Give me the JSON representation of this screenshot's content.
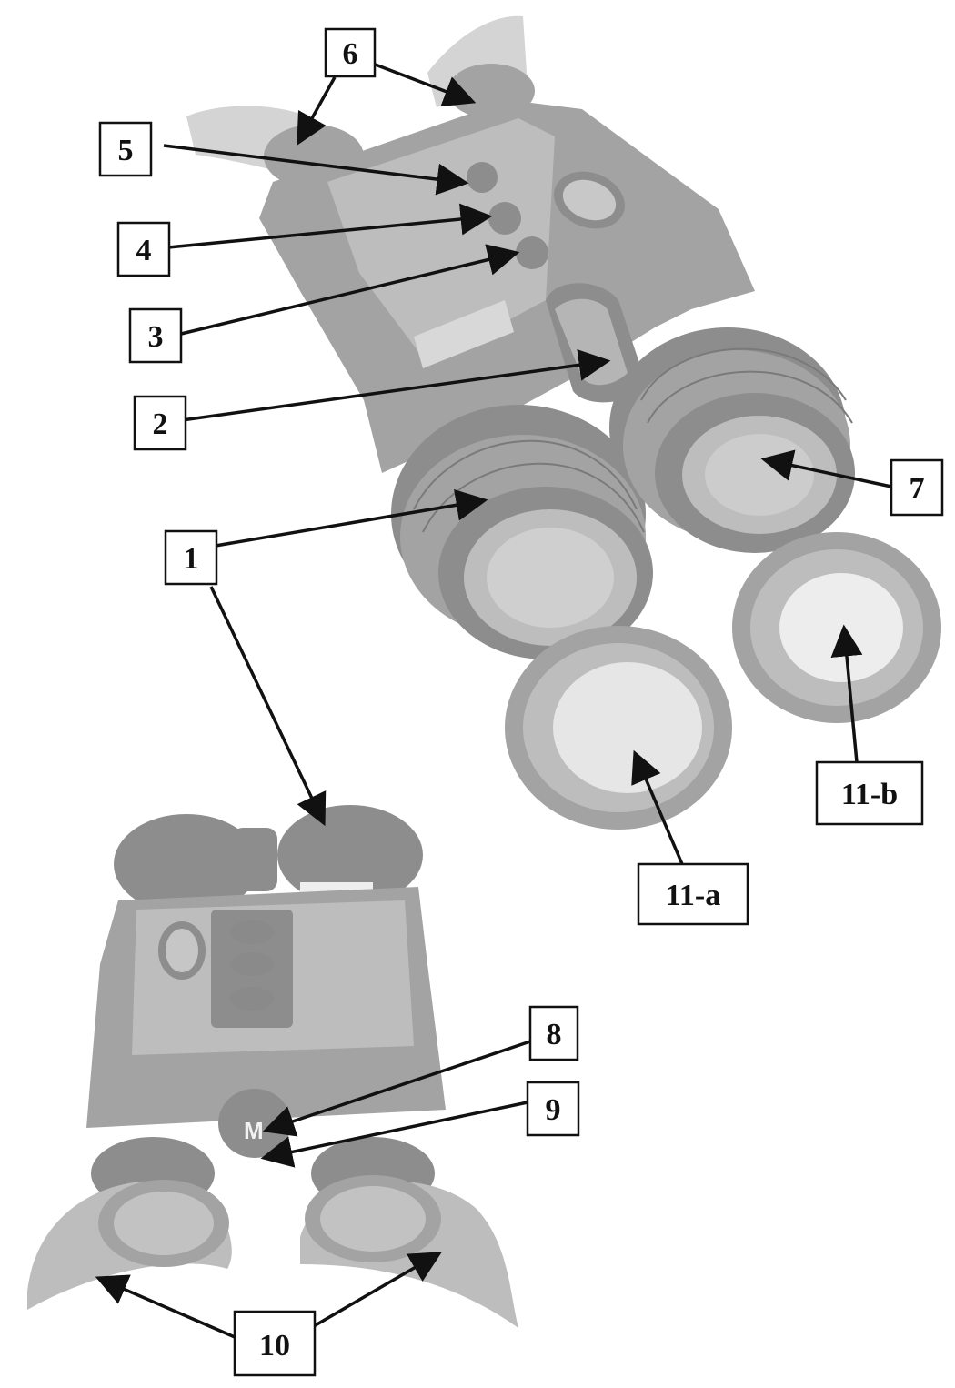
{
  "diagram": {
    "callouts": {
      "c1": "1",
      "c2": "2",
      "c3": "3",
      "c4": "4",
      "c5": "5",
      "c6": "6",
      "c7": "7",
      "c8": "8",
      "c9": "9",
      "c10": "10",
      "c11a": "11-a",
      "c11b": "11-b"
    },
    "colors": {
      "ink": "#111111",
      "device": "#a3a3a3"
    }
  }
}
